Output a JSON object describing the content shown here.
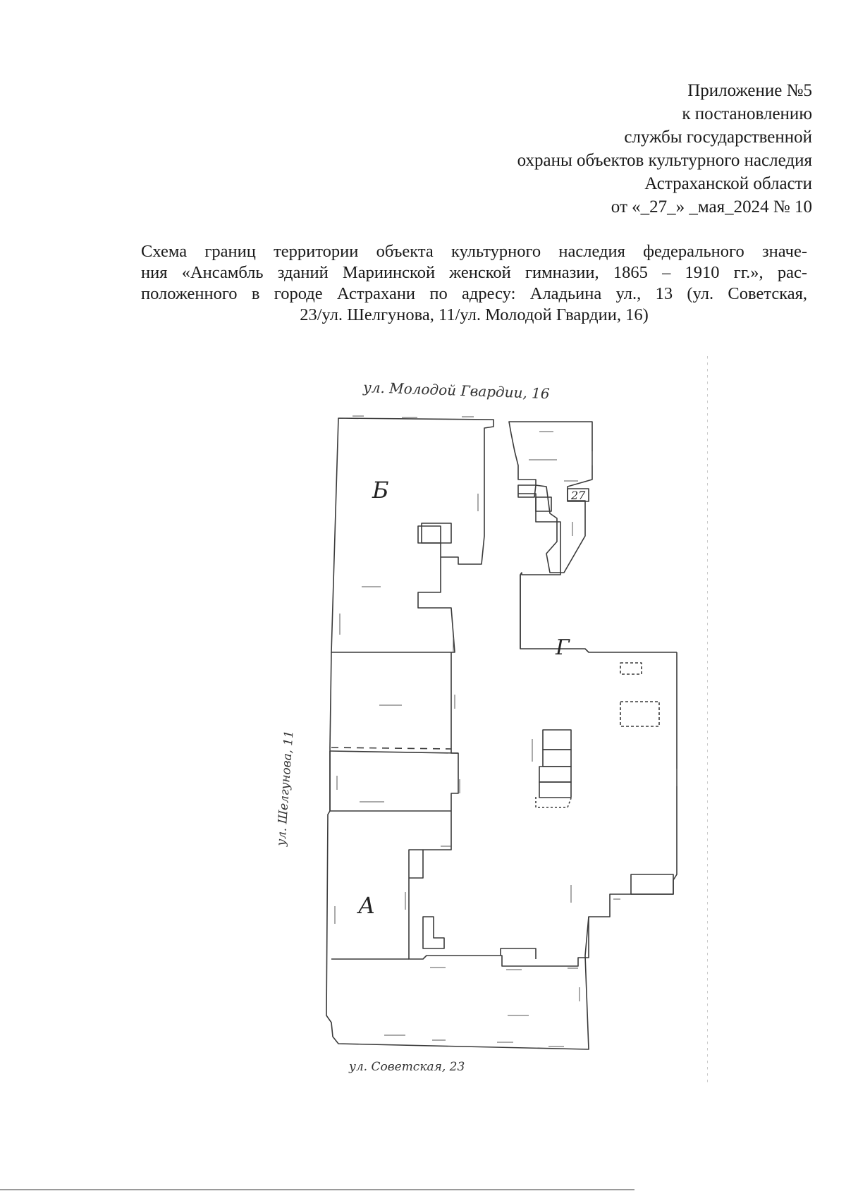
{
  "appendix": {
    "line1": "Приложение №5",
    "line2": "к постановлению",
    "line3": "службы государственной",
    "line4": "охраны объектов культурного наследия",
    "line5": "Астраханской области",
    "line6": "от «_27_» _мая_2024 № 10"
  },
  "heading": {
    "line1": "Схема границ территории объекта культурного наследия федерального значе-",
    "line2": "ния «Ансамбль зданий Мариинской женской гимназии, 1865 – 1910 гг.», рас-",
    "line3": "положенного в городе Астрахани по адресу: Аладьина ул., 13 (ул. Советская,",
    "line4": "23/ул. Шелгунова, 11/ул. Молодой Гвардии, 16)"
  },
  "plan": {
    "street_top": "ул. Молодой Гвардии, 16",
    "street_left": "ул. Шелгунова, 11",
    "street_bottom": "ул. Советская, 23",
    "area_b": "Б",
    "area_a": "А",
    "area_g": "Г",
    "lot_label": "27"
  }
}
